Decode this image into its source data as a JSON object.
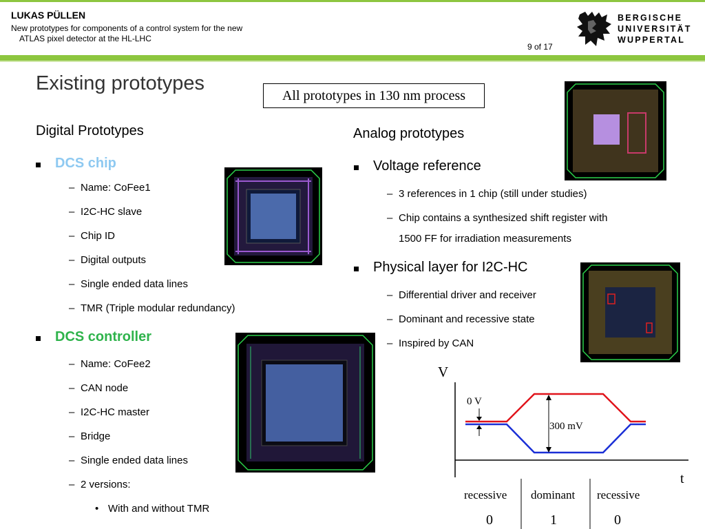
{
  "header": {
    "author": "LUKAS PÜLLEN",
    "subtitle_line1": "New prototypes for components of a control system for the new",
    "subtitle_line2": "ATLAS pixel detector at the HL-LHC",
    "page": "9 of 17",
    "university": [
      "BERGISCHE",
      "UNIVERSITÄT",
      "WUPPERTAL"
    ]
  },
  "slide": {
    "title": "Existing prototypes",
    "process_box": "All prototypes in 130 nm process"
  },
  "digital": {
    "heading": "Digital Prototypes",
    "dcs_chip": {
      "label": "DCS chip",
      "items": [
        "Name: CoFee1",
        "I2C-HC slave",
        "Chip ID",
        "Digital outputs",
        "Single ended data lines",
        "TMR (Triple modular redundancy)"
      ]
    },
    "dcs_controller": {
      "label": "DCS controller",
      "items": [
        "Name: CoFee2",
        "CAN node",
        "I2C-HC master",
        "Bridge",
        "Single ended data lines",
        "2 versions:"
      ],
      "subitems": [
        "With and without TMR"
      ]
    }
  },
  "analog": {
    "heading": "Analog prototypes",
    "voltage_reference": {
      "label": "Voltage reference",
      "items": [
        "3 references in 1 chip (still under studies)",
        "Chip contains a synthesized shift register with",
        "1500 FF for irradiation measurements"
      ]
    },
    "physical_layer": {
      "label": "Physical layer for I2C-HC",
      "items": [
        "Differential driver and receiver",
        "Dominant and recessive state",
        "Inspired by CAN"
      ]
    }
  },
  "diagram": {
    "y_axis": "V",
    "x_axis": "t",
    "offset_label": "0 V",
    "swing_label": "300 mV",
    "states": [
      "recessive",
      "dominant",
      "recessive"
    ],
    "bits": [
      "0",
      "1",
      "0"
    ],
    "colors": {
      "high_line": "#e0141b",
      "low_line": "#1a2fd6"
    }
  }
}
